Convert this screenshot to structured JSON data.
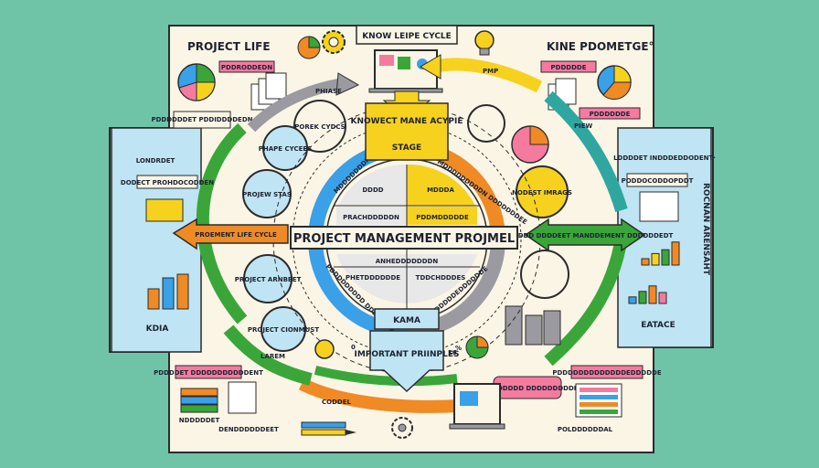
{
  "colors": {
    "background": "#6fc4a8",
    "paper": "#fbf5e6",
    "green": "#3aa63a",
    "orange": "#f08a24",
    "yellow": "#f6d21f",
    "blue": "#3aa0e8",
    "teal": "#2fa7a0",
    "pink": "#f47aa0",
    "gray": "#9a9aa0"
  },
  "header": {
    "title_left": "PROJECT LIFE",
    "title_center": "KNOW LEIPE CYCLE",
    "title_right": "KINE PDOMETGE°",
    "tag_left_1": "PDDRODDEDN",
    "tag_left_2": "PDDDDDDET PDDIDDDDEDN",
    "tag_right_1": "PDDDDDE",
    "tag_right_2": "PDDDDDDE",
    "arrow_top_left": "PHIASE",
    "arrow_top_right": "PMP",
    "arrow_right_upper": "PIEW"
  },
  "left_panel": {
    "heading": "LONDRDET",
    "tag": "DODECT PROHDOCODDEN",
    "footer": "KDIA"
  },
  "right_panel": {
    "heading": "LDDDDET INDDDEDDODENT·",
    "tag": "PODDOCODDOPDDT",
    "vertical": "ROCNAN ARENSAHT",
    "footer": "EATACE"
  },
  "bubbles": {
    "porex": "POREK CYDCS",
    "phape": "PHAPE CYCEES",
    "projew": "PROJEW STAS",
    "project_arnbeet": "PROJECT ARNBEET",
    "project_cionmust": "PROJECT CIONMUST",
    "nodest": "NODEST IMRAGS"
  },
  "hub": {
    "top_label": "KNOWECT MANE ACYPIE",
    "stage_label": "STAGE",
    "banner": "PROJECT MANAGEMENT PROJMEL",
    "left_arrow": "PROEMENT LIFE CYCLE",
    "right_arrow": "AMNEDDD DDDDEET MANDDEMENT DDDDDDEDT",
    "ring_blue_upper": "MDDDDDDDN DDDDE",
    "ring_orange_upper": "MDDDDDDDDDN DDDDDDDEE",
    "ring_blue_lower": "PDDDDDDDDD DDDDDD WODD",
    "ring_gray_lower": "MDDDDDDEDDDDDDE",
    "cell_tl_1": "DDDD",
    "cell_tr_1": "MDDDA",
    "cell_tl_2": "PRACHDDDDDN",
    "cell_tr_2": "PDDMDDDDDE",
    "cell_mid": "ANHEDDDDDDDN",
    "cell_bl": "PHETDDDDDDE",
    "cell_br": "TDDCHDDDES",
    "kama": "KAMA",
    "principles": "IMPORTANT PRIINPLES"
  },
  "bottom": {
    "tag_left": "PDDDDET DDDDDDDDDDDENT",
    "tag_right": "PDDDDDDDDDDDDDEDDDDDE",
    "tag_center": "PDDDDDDDDDDD DDDDDDDDDDDDE",
    "arrow_lower_left": "LAREM",
    "arrow_bottom": "CODDEL",
    "label_left": "NDDDDDET",
    "label_left_2": "DENDDDDDDEET",
    "label_right": "POLDDDDDDAL",
    "small_0_left": "0",
    "small_0_right": "%",
    "small_16": "16"
  },
  "chart_bars_left": [
    0.55,
    0.85,
    0.95
  ],
  "chart_bars_right": [
    0.25,
    0.45,
    0.6,
    0.9
  ],
  "chart_bars_right_lower": [
    0.3,
    0.55,
    0.8,
    0.5
  ],
  "icons": [
    "pie-chart-icon",
    "gear-icon",
    "lightbulb-icon",
    "laptop-icon",
    "pencil-icon",
    "coin-stack-icon",
    "document-stack-icon",
    "bar-chart-icon"
  ]
}
